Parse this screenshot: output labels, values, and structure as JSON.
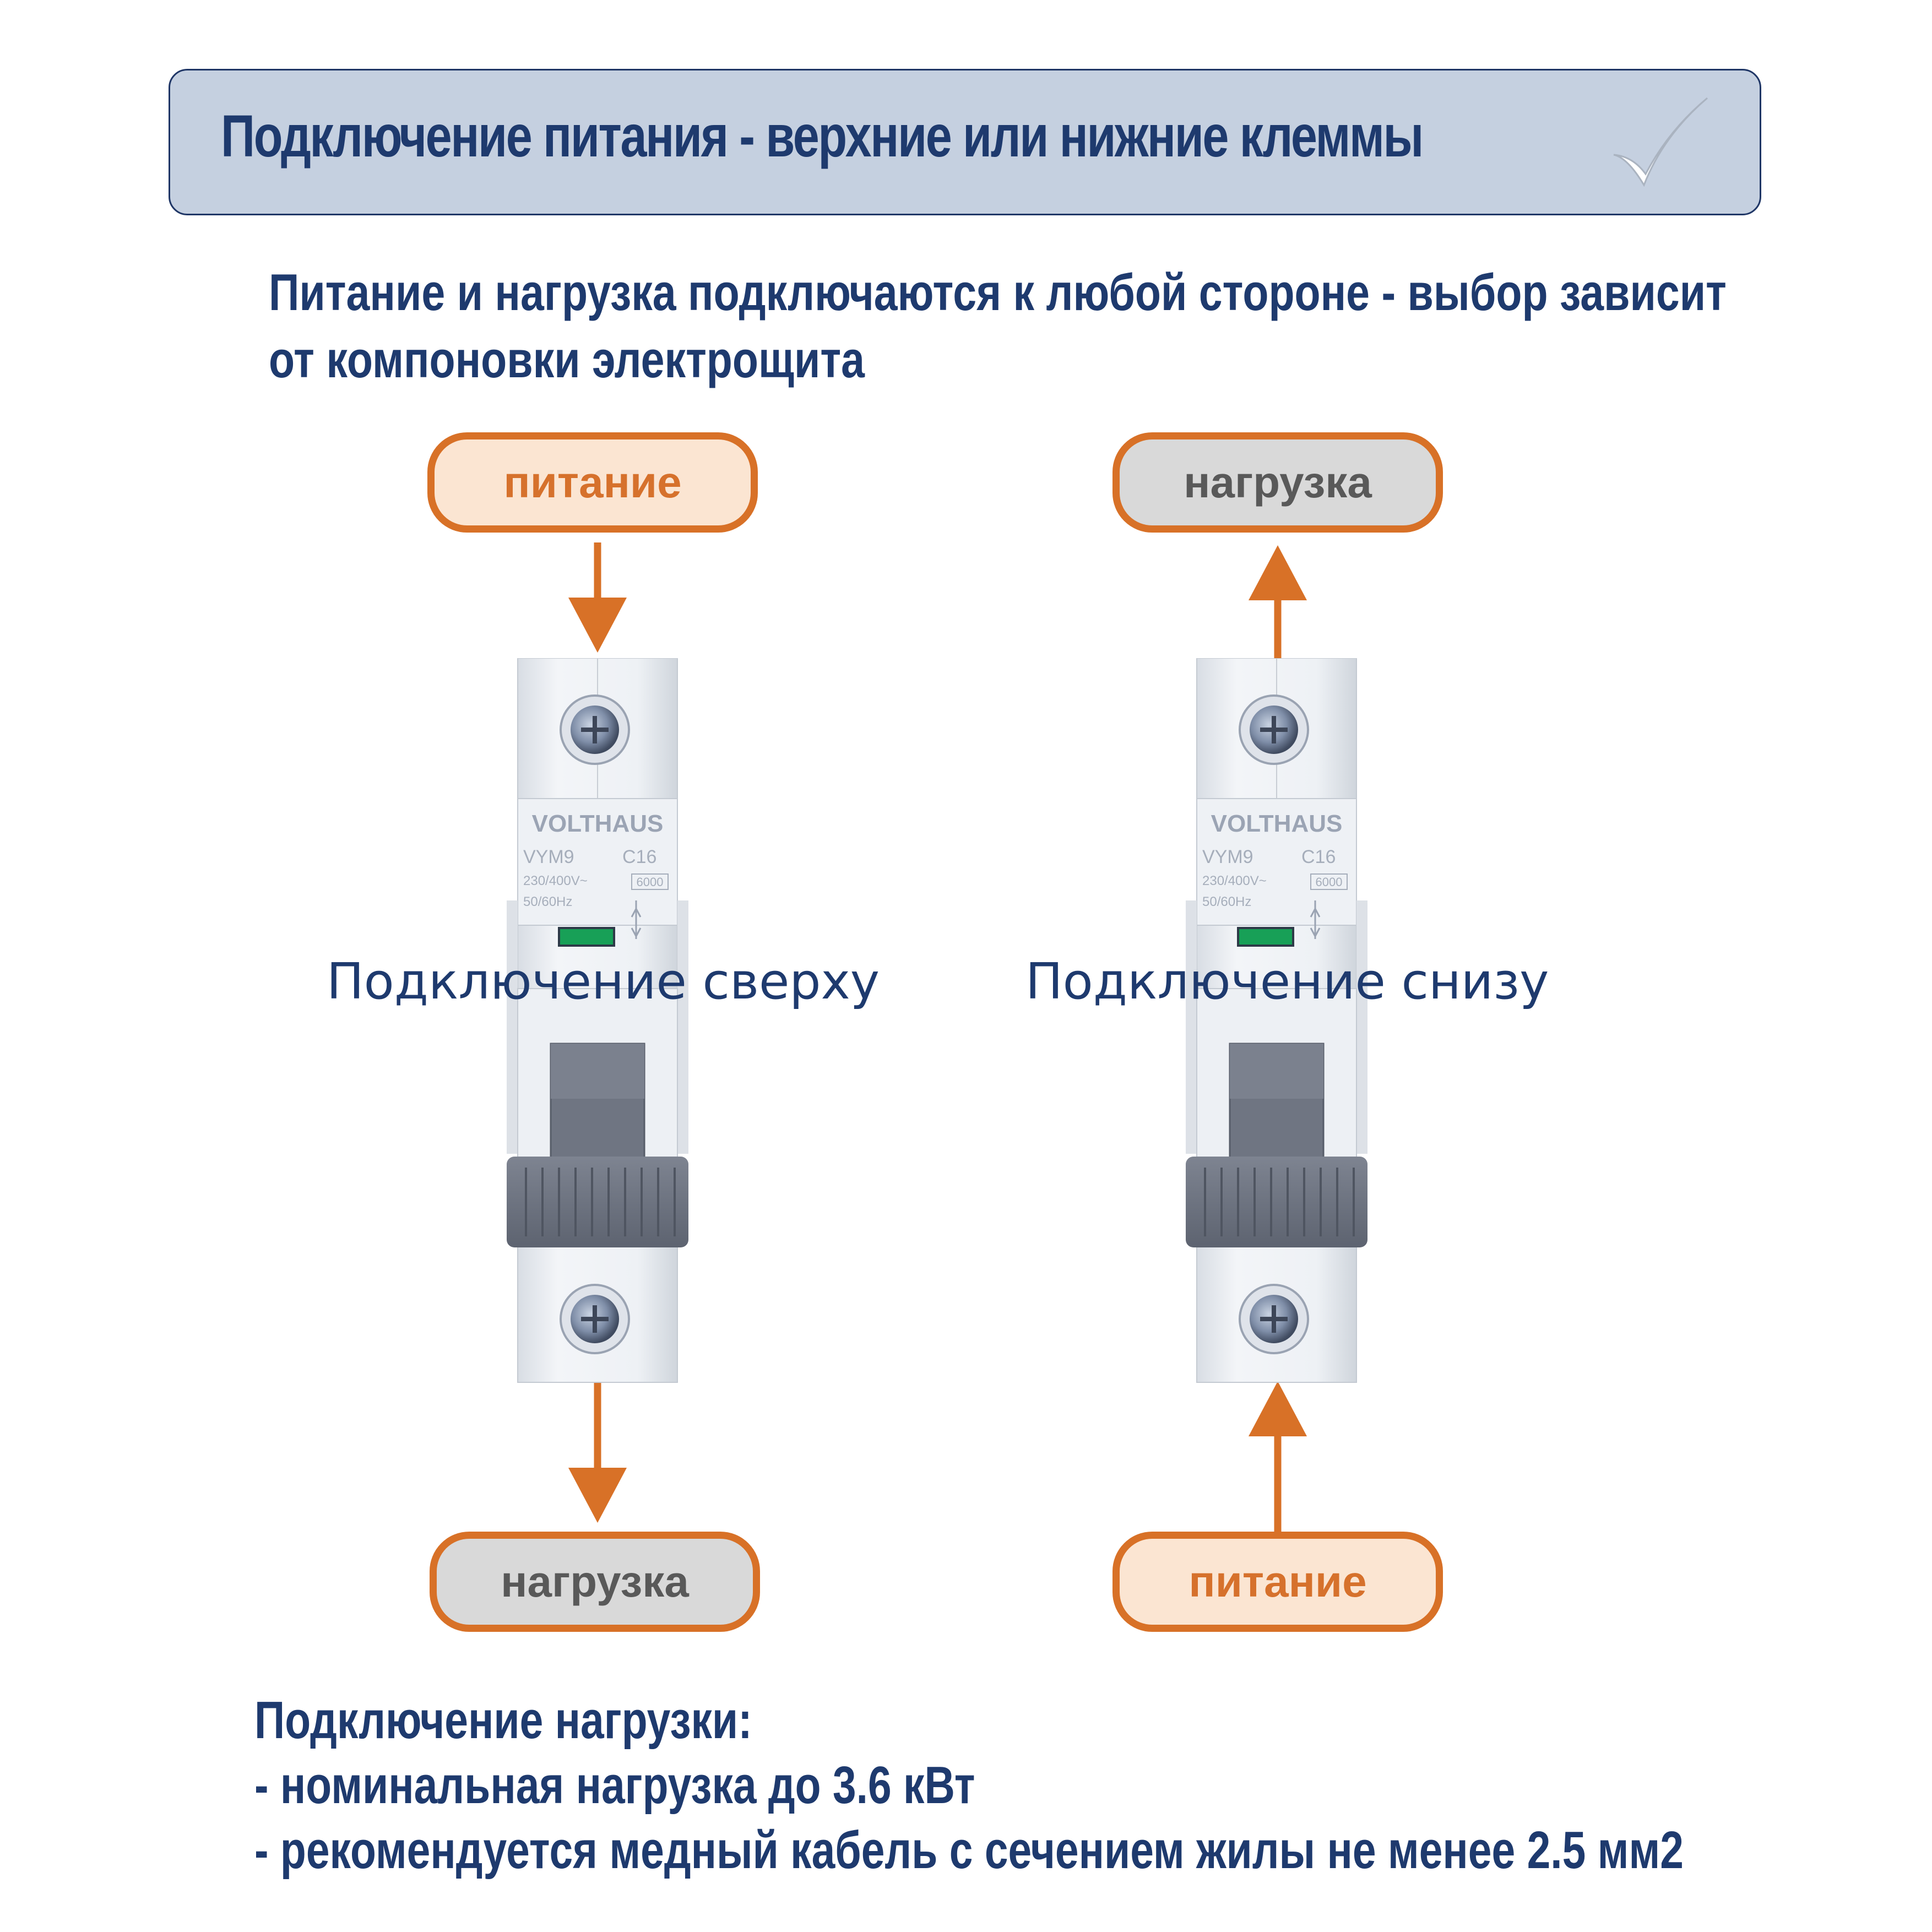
{
  "header": {
    "title": "Подключение питания - верхние или нижние клеммы",
    "icon": "checkmark-icon"
  },
  "subtitle": {
    "line1": "Питание и нагрузка подключаются к любой стороне - выбор зависит",
    "line2": "от компоновки электрощита"
  },
  "left": {
    "top_label": "питание",
    "bottom_label": "нагрузка",
    "caption": "Подключение сверху"
  },
  "right": {
    "top_label": "нагрузка",
    "bottom_label": "питание",
    "caption": "Подключение снизу"
  },
  "breaker": {
    "brand": "VOLTHAUS",
    "model": "VYM9",
    "rating": "C16",
    "voltage": "230/400V~",
    "breaking_capacity": "6000",
    "frequency": "50/60Hz"
  },
  "footer": {
    "heading": "Подключение нагрузки:",
    "item1": " - номинальная нагрузка до 3.6 кВт",
    "item2": " - рекомендуется медный кабель с сечением жилы не менее 2.5 мм2"
  },
  "colors": {
    "accent_orange": "#d87127",
    "title_blue": "#1e3a6e",
    "banner_bg": "#c5d0e0",
    "supply_fill": "#fbe5d2",
    "load_fill": "#d9d9d9"
  }
}
